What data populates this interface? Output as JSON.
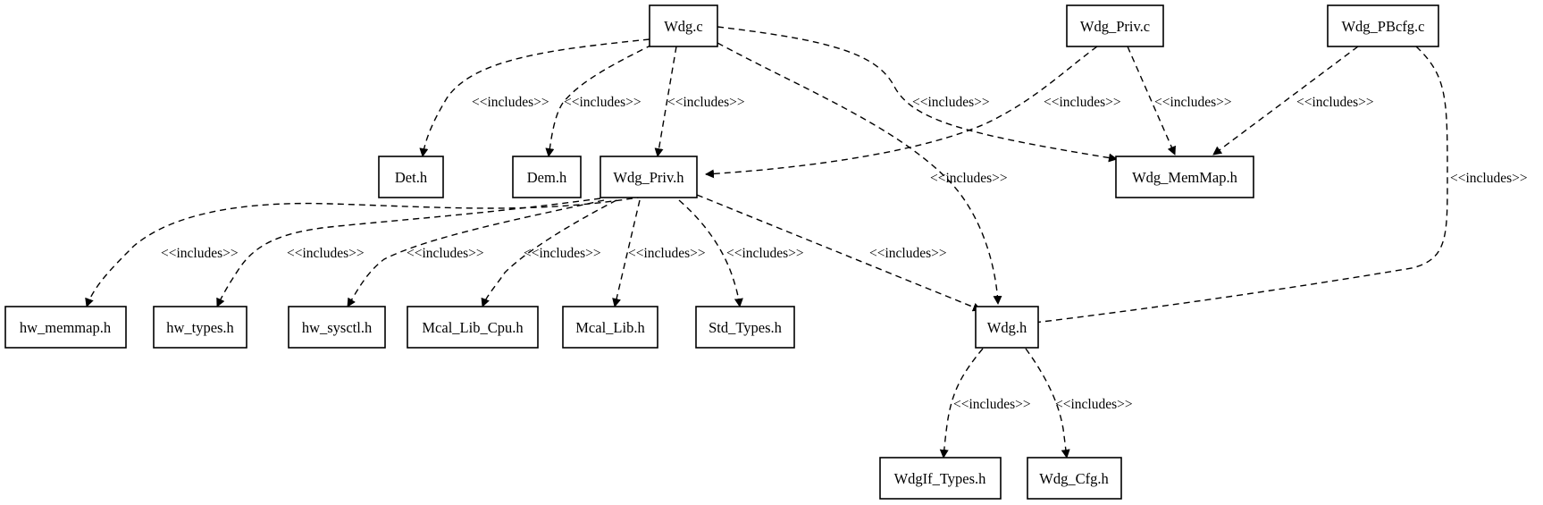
{
  "nodes": {
    "wdg_c": "Wdg.c",
    "wdg_priv_c": "Wdg_Priv.c",
    "wdg_pbcfg_c": "Wdg_PBcfg.c",
    "det_h": "Det.h",
    "dem_h": "Dem.h",
    "wdg_priv_h": "Wdg_Priv.h",
    "wdg_memmap_h": "Wdg_MemMap.h",
    "hw_memmap_h": "hw_memmap.h",
    "hw_types_h": "hw_types.h",
    "hw_sysctl_h": "hw_sysctl.h",
    "mcal_lib_cpu_h": "Mcal_Lib_Cpu.h",
    "mcal_lib_h": "Mcal_Lib.h",
    "std_types_h": "Std_Types.h",
    "wdg_h": "Wdg.h",
    "wdgif_types_h": "WdgIf_Types.h",
    "wdg_cfg_h": "Wdg_Cfg.h"
  },
  "edge_label": "<<includes>>"
}
